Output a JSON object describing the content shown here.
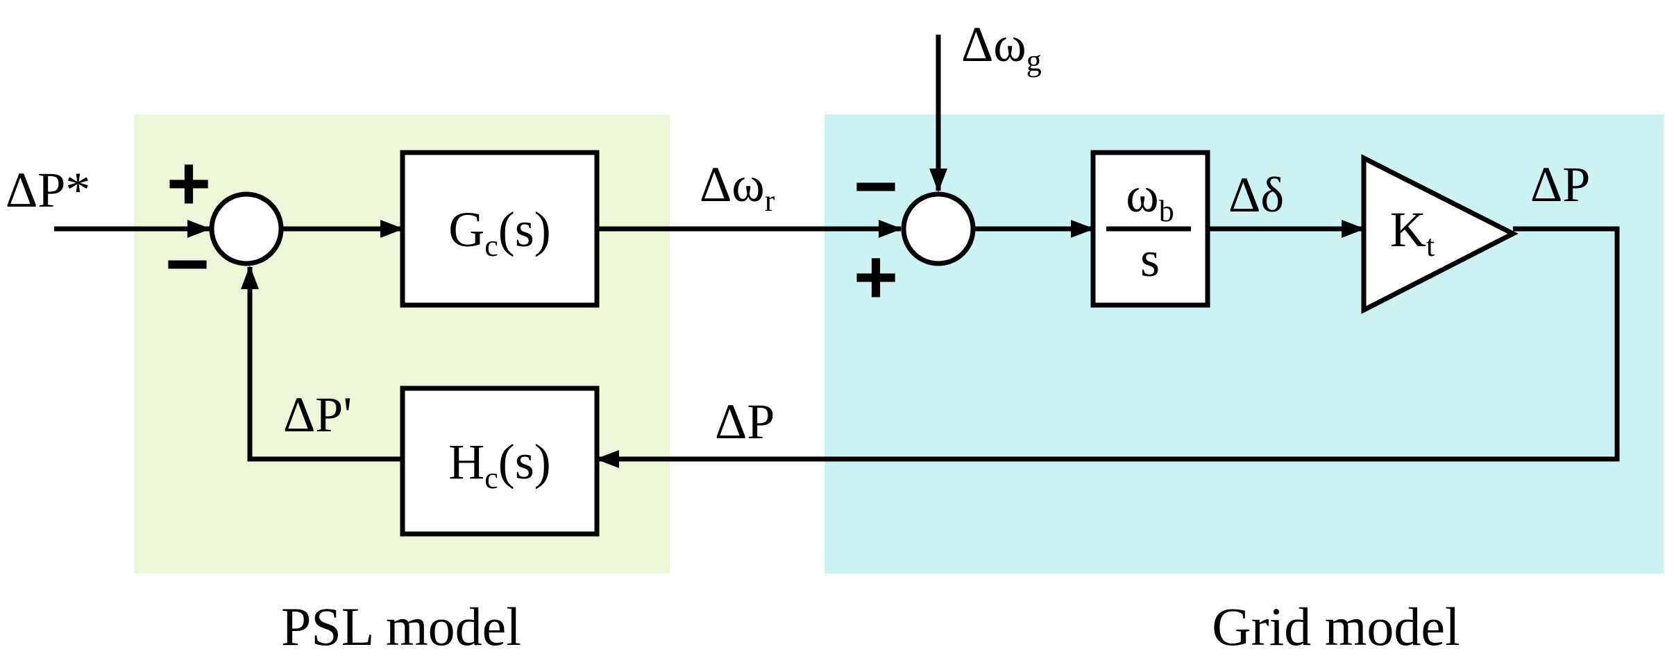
{
  "regions": {
    "psl": {
      "label": "PSL model",
      "color": "#eef6da"
    },
    "grid": {
      "label": "Grid model",
      "color": "#cdf2f3"
    }
  },
  "blocks": {
    "gc": {
      "main": "G",
      "sub": "c",
      "tail": "(s)"
    },
    "hc": {
      "main": "H",
      "sub": "c",
      "tail": "(s)"
    },
    "integrator": {
      "num_main": "ω",
      "num_sub": "b",
      "den": "s"
    },
    "gain": {
      "main": "K",
      "sub": "t"
    }
  },
  "signals": {
    "p_ref": "ΔP*",
    "omega_r": {
      "main": "Δω",
      "sub": "r"
    },
    "omega_g": {
      "main": "Δω",
      "sub": "g"
    },
    "delta": "Δδ",
    "p_out": "ΔP",
    "p_feedback": "ΔP",
    "p_prime": "ΔP'"
  },
  "summing_junctions": {
    "sj1": {
      "top_sign": "+",
      "bottom_sign": "−"
    },
    "sj2": {
      "top_sign": "−",
      "bottom_sign": "+"
    }
  }
}
